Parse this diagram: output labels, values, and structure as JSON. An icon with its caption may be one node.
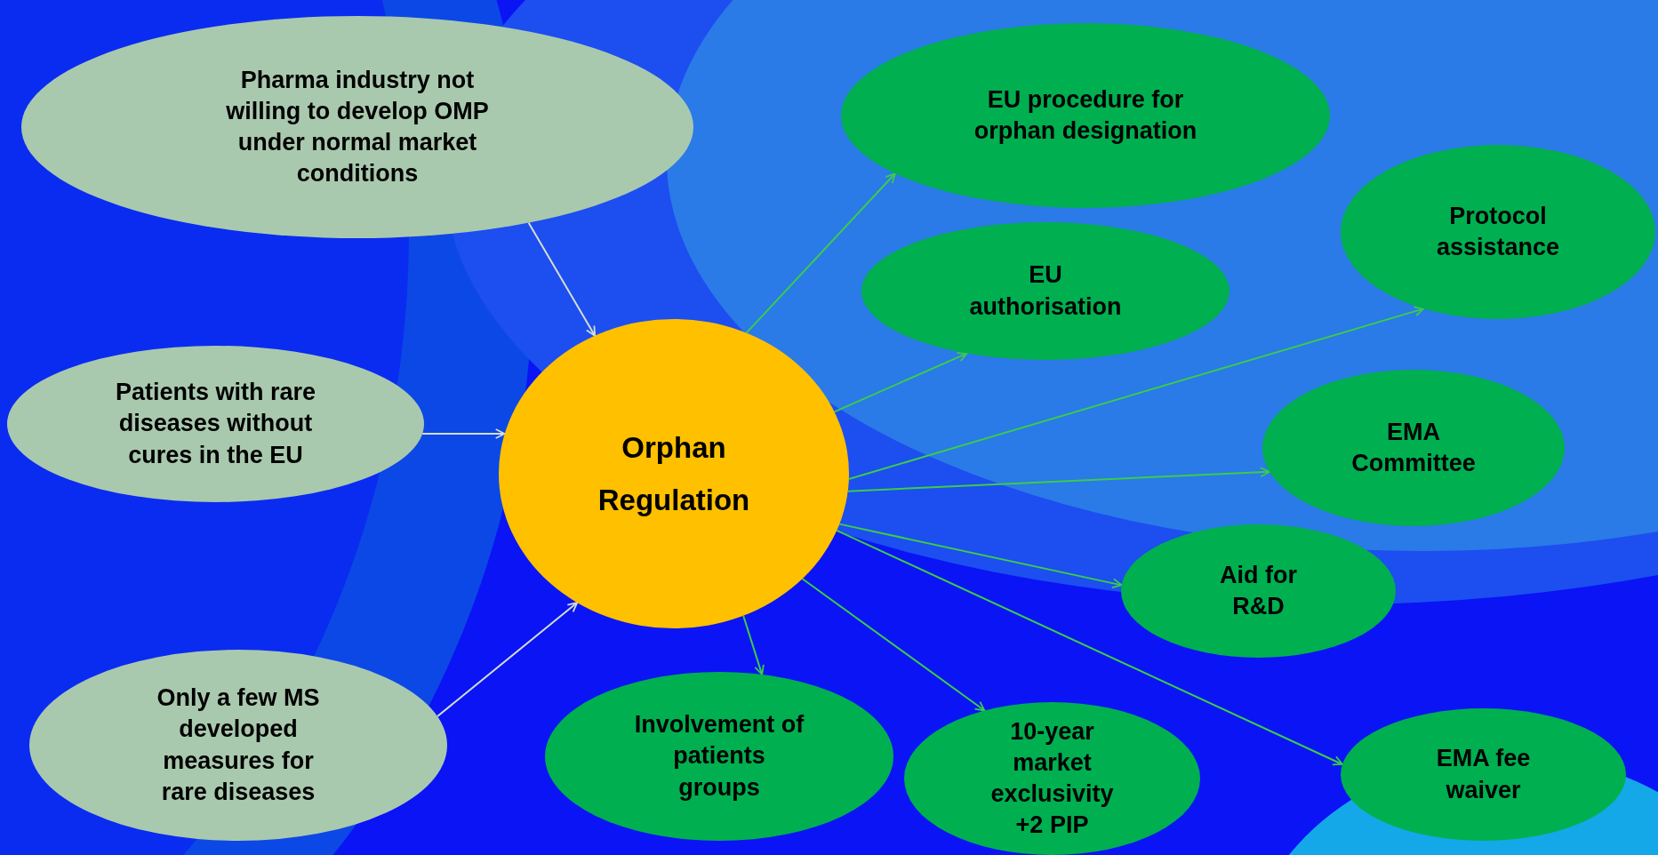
{
  "diagram": {
    "nodes": [
      {
        "text": [
          "Pharma industry not willing to develop OMP under normal market conditions"
        ]
      },
      {
        "text": [
          "Patients with rare diseases without cures in the EU"
        ]
      },
      {
        "text": [
          "Only a few MS developed measures for rare diseases"
        ]
      },
      {
        "text": [
          "Orphan Regulation"
        ]
      },
      {
        "text": [
          "EU procedure for orphan designation"
        ]
      },
      {
        "text": [
          "EU authorisation"
        ]
      },
      {
        "text": [
          "Protocol assistance"
        ]
      },
      {
        "text": [
          "EMA Committee"
        ]
      },
      {
        "text": [
          "Aid for R&D"
        ]
      },
      {
        "text": [
          "Involvement of patients groups"
        ]
      },
      {
        "text": [
          "10-year market exclusivity +2 PIP"
        ]
      },
      {
        "text": [
          "EMA fee waiver"
        ]
      }
    ],
    "edges": [
      {
        "from": 0,
        "to": 3,
        "arrow": "to",
        "color": "#d4ddd4"
      },
      {
        "from": 1,
        "to": 3,
        "arrow": "to",
        "color": "#d4ddd4"
      },
      {
        "from": 2,
        "to": 3,
        "arrow": "to",
        "color": "#d4ddd4"
      },
      {
        "from": 3,
        "to": 4,
        "arrow": "to"
      },
      {
        "from": 3,
        "to": 5,
        "arrow": "to"
      },
      {
        "from": 3,
        "to": 6,
        "arrow": "to"
      },
      {
        "from": 3,
        "to": 7,
        "arrow": "to"
      },
      {
        "from": 3,
        "to": 8,
        "arrow": "to"
      },
      {
        "from": 3,
        "to": 11,
        "arrow": "to"
      },
      {
        "from": 3,
        "to": 9,
        "arrow": "to"
      },
      {
        "from": 3,
        "to": 10,
        "arrow": "to"
      }
    ]
  }
}
